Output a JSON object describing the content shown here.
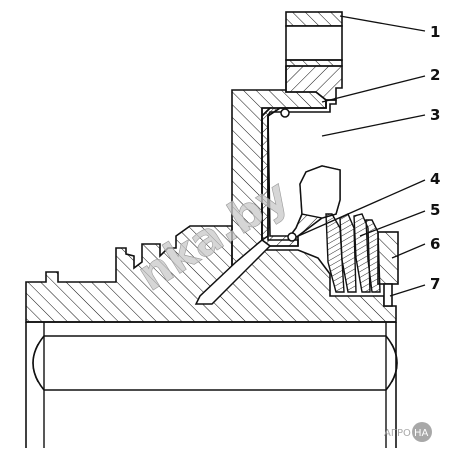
{
  "callouts": [
    {
      "id": "1",
      "label": "1"
    },
    {
      "id": "2",
      "label": "2"
    },
    {
      "id": "3",
      "label": "3"
    },
    {
      "id": "4",
      "label": "4"
    },
    {
      "id": "5",
      "label": "5"
    },
    {
      "id": "6",
      "label": "6"
    },
    {
      "id": "7",
      "label": "7"
    }
  ],
  "watermark": {
    "text": "nka.by"
  },
  "logo": {
    "left": "АГРО",
    "right": "НА"
  },
  "colors": {
    "line": "#111111",
    "watermark": "#c8c8c8",
    "logo": "#9a9a9a"
  }
}
